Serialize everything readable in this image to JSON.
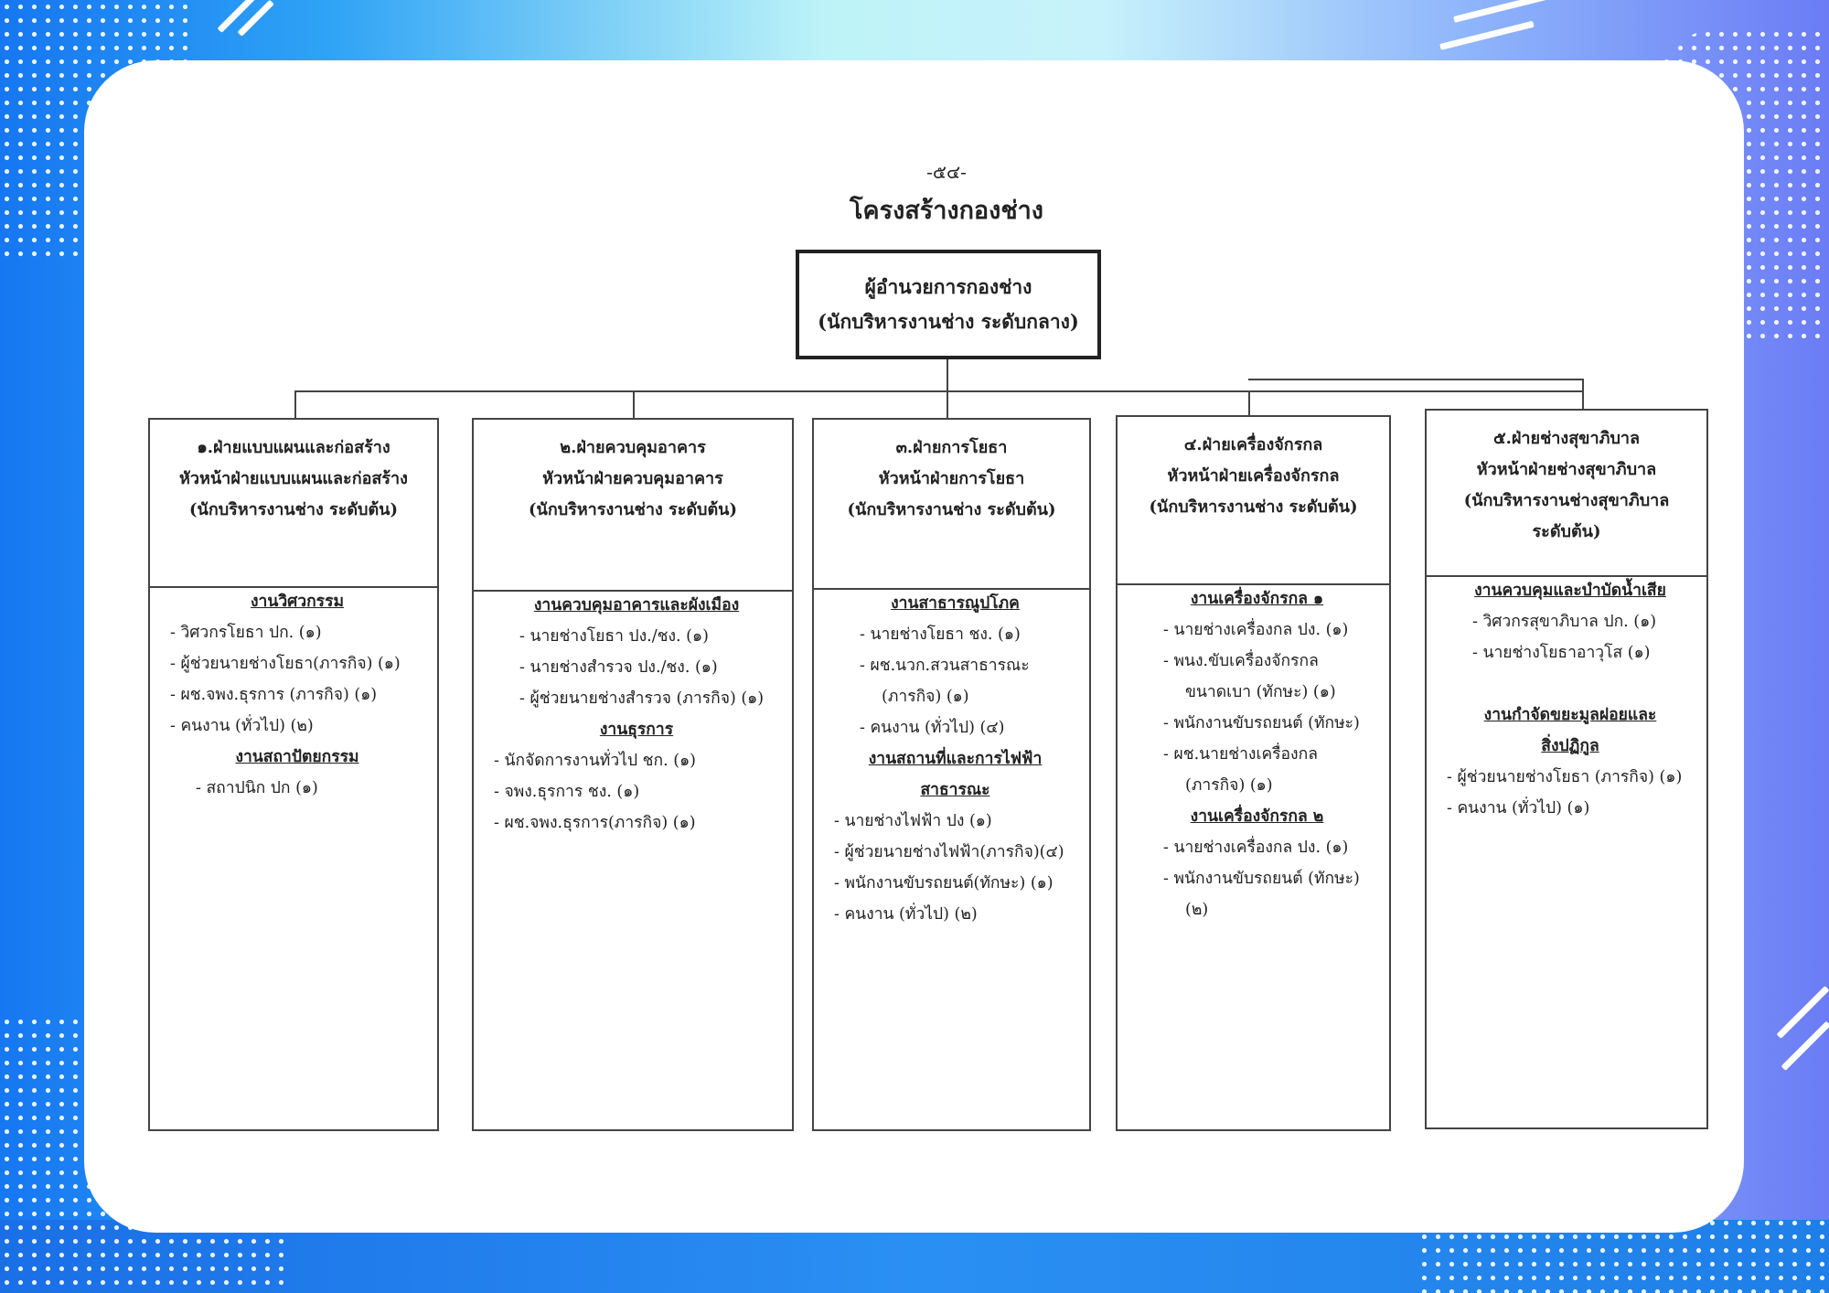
{
  "page_number": "-๕๔-",
  "title": "โครงสร้างกองช่าง",
  "director": {
    "line1": "ผู้อำนวยการกองช่าง",
    "line2": "(นักบริหารงานช่าง  ระดับกลาง)"
  },
  "departments": [
    {
      "head": [
        "๑.ฝ่ายแบบแผนและก่อสร้าง",
        "หัวหน้าฝ่ายแบบแผนและก่อสร้าง",
        "(นักบริหารงานช่าง ระดับต้น)"
      ],
      "body": [
        {
          "kind": "sec",
          "text": "งานวิศวกรรม"
        },
        {
          "kind": "item",
          "text": "- วิศวกรโยธา  ปก. (๑)"
        },
        {
          "kind": "item",
          "text": "- ผู้ช่วยนายช่างโยธา(ภารกิจ) (๑)"
        },
        {
          "kind": "item",
          "text": "- ผช.จพง.ธุรการ (ภารกิจ) (๑)"
        },
        {
          "kind": "item",
          "text": "- คนงาน (ทั่วไป) (๒)"
        },
        {
          "kind": "sec",
          "text": "งานสถาปัตยกรรม"
        },
        {
          "kind": "item indent",
          "text": "- สถาปนิก ปก (๑)"
        }
      ]
    },
    {
      "head": [
        "๒.ฝ่ายควบคุมอาคาร",
        "หัวหน้าฝ่ายควบคุมอาคาร",
        "(นักบริหารงานช่าง  ระดับต้น)"
      ],
      "body": [
        {
          "kind": "sec",
          "text": "งานควบคุมอาคารและผังเมือง"
        },
        {
          "kind": "item indent",
          "text": "- นายช่างโยธา ปง./ชง. (๑)"
        },
        {
          "kind": "item indent",
          "text": "- นายช่างสำรวจ ปง./ชง. (๑)"
        },
        {
          "kind": "item indent",
          "text": "- ผู้ช่วยนายช่างสำรวจ (ภารกิจ) (๑)"
        },
        {
          "kind": "sec",
          "text": "งานธุรการ"
        },
        {
          "kind": "item",
          "text": "- นักจัดการงานทั่วไป ชก. (๑)"
        },
        {
          "kind": "item",
          "text": "- จพง.ธุรการ ชง. (๑)"
        },
        {
          "kind": "item",
          "text": "- ผช.จพง.ธุรการ(ภารกิจ) (๑)"
        }
      ]
    },
    {
      "head": [
        "๓.ฝ่ายการโยธา",
        "หัวหน้าฝ่ายการโยธา",
        "(นักบริหารงานช่าง ระดับต้น)"
      ],
      "body": [
        {
          "kind": "sec",
          "text": "งานสาธารณูปโภค"
        },
        {
          "kind": "item indent",
          "text": "- นายช่างโยธา ชง. (๑)"
        },
        {
          "kind": "item indent",
          "text": "- ผช.นวก.สวนสาธารณะ"
        },
        {
          "kind": "item indent2",
          "text": "(ภารกิจ) (๑)"
        },
        {
          "kind": "item indent",
          "text": "- คนงาน (ทั่วไป) (๔)"
        },
        {
          "kind": "sec",
          "text": "งานสถานที่และการไฟฟ้า"
        },
        {
          "kind": "sec",
          "text": "สาธารณะ"
        },
        {
          "kind": "item",
          "text": "- นายช่างไฟฟ้า ปง (๑)"
        },
        {
          "kind": "item",
          "text": "- ผู้ช่วยนายช่างไฟฟ้า(ภารกิจ)(๔)"
        },
        {
          "kind": "item",
          "text": "- พนักงานขับรถยนต์(ทักษะ) (๑)"
        },
        {
          "kind": "item",
          "text": "- คนงาน (ทั่วไป) (๒)"
        }
      ]
    },
    {
      "head": [
        "๔.ฝ่ายเครื่องจักรกล",
        "หัวหน้าฝ่ายเครื่องจักรกล",
        "(นักบริหารงานช่าง ระดับต้น)"
      ],
      "body": [
        {
          "kind": "sec",
          "text": "งานเครื่องจักรกล ๑"
        },
        {
          "kind": "item indent",
          "text": "- นายช่างเครื่องกล ปง. (๑)"
        },
        {
          "kind": "item indent",
          "text": "- พนง.ขับเครื่องจักรกล"
        },
        {
          "kind": "item indent2",
          "text": "ขนาดเบา (ทักษะ) (๑)"
        },
        {
          "kind": "item indent",
          "text": "- พนักงานขับรถยนต์ (ทักษะ)"
        },
        {
          "kind": "item indent",
          "text": "- ผช.นายช่างเครื่องกล"
        },
        {
          "kind": "item indent2",
          "text": "(ภารกิจ) (๑)"
        },
        {
          "kind": "sec",
          "text": "งานเครื่องจักรกล ๒"
        },
        {
          "kind": "item indent",
          "text": "- นายช่างเครื่องกล ปง.  (๑)"
        },
        {
          "kind": "item indent",
          "text": "- พนักงานขับรถยนต์ (ทักษะ)"
        },
        {
          "kind": "item indent2",
          "text": "(๒)"
        }
      ]
    },
    {
      "head": [
        "๕.ฝ่ายช่างสุขาภิบาล",
        "หัวหน้าฝ่ายช่างสุขาภิบาล",
        "(นักบริหารงานช่างสุขาภิบาล",
        "ระดับต้น)"
      ],
      "body": [
        {
          "kind": "sec",
          "text": "งานควบคุมและบำบัดน้ำเสีย"
        },
        {
          "kind": "item indent",
          "text": "- วิศวกรสุขาภิบาล ปก. (๑)"
        },
        {
          "kind": "item indent",
          "text": "- นายช่างโยธาอาวุโส  (๑)"
        },
        {
          "kind": "gap",
          "text": ""
        },
        {
          "kind": "sec",
          "text": "งานกำจัดขยะมูลฝอยและ"
        },
        {
          "kind": "sec",
          "text": "สิ่งปฏิกูล"
        },
        {
          "kind": "item",
          "text": "- ผู้ช่วยนายช่างโยธา (ภารกิจ) (๑)"
        },
        {
          "kind": "item",
          "text": "- คนงาน (ทั่วไป) (๑)"
        }
      ]
    }
  ]
}
